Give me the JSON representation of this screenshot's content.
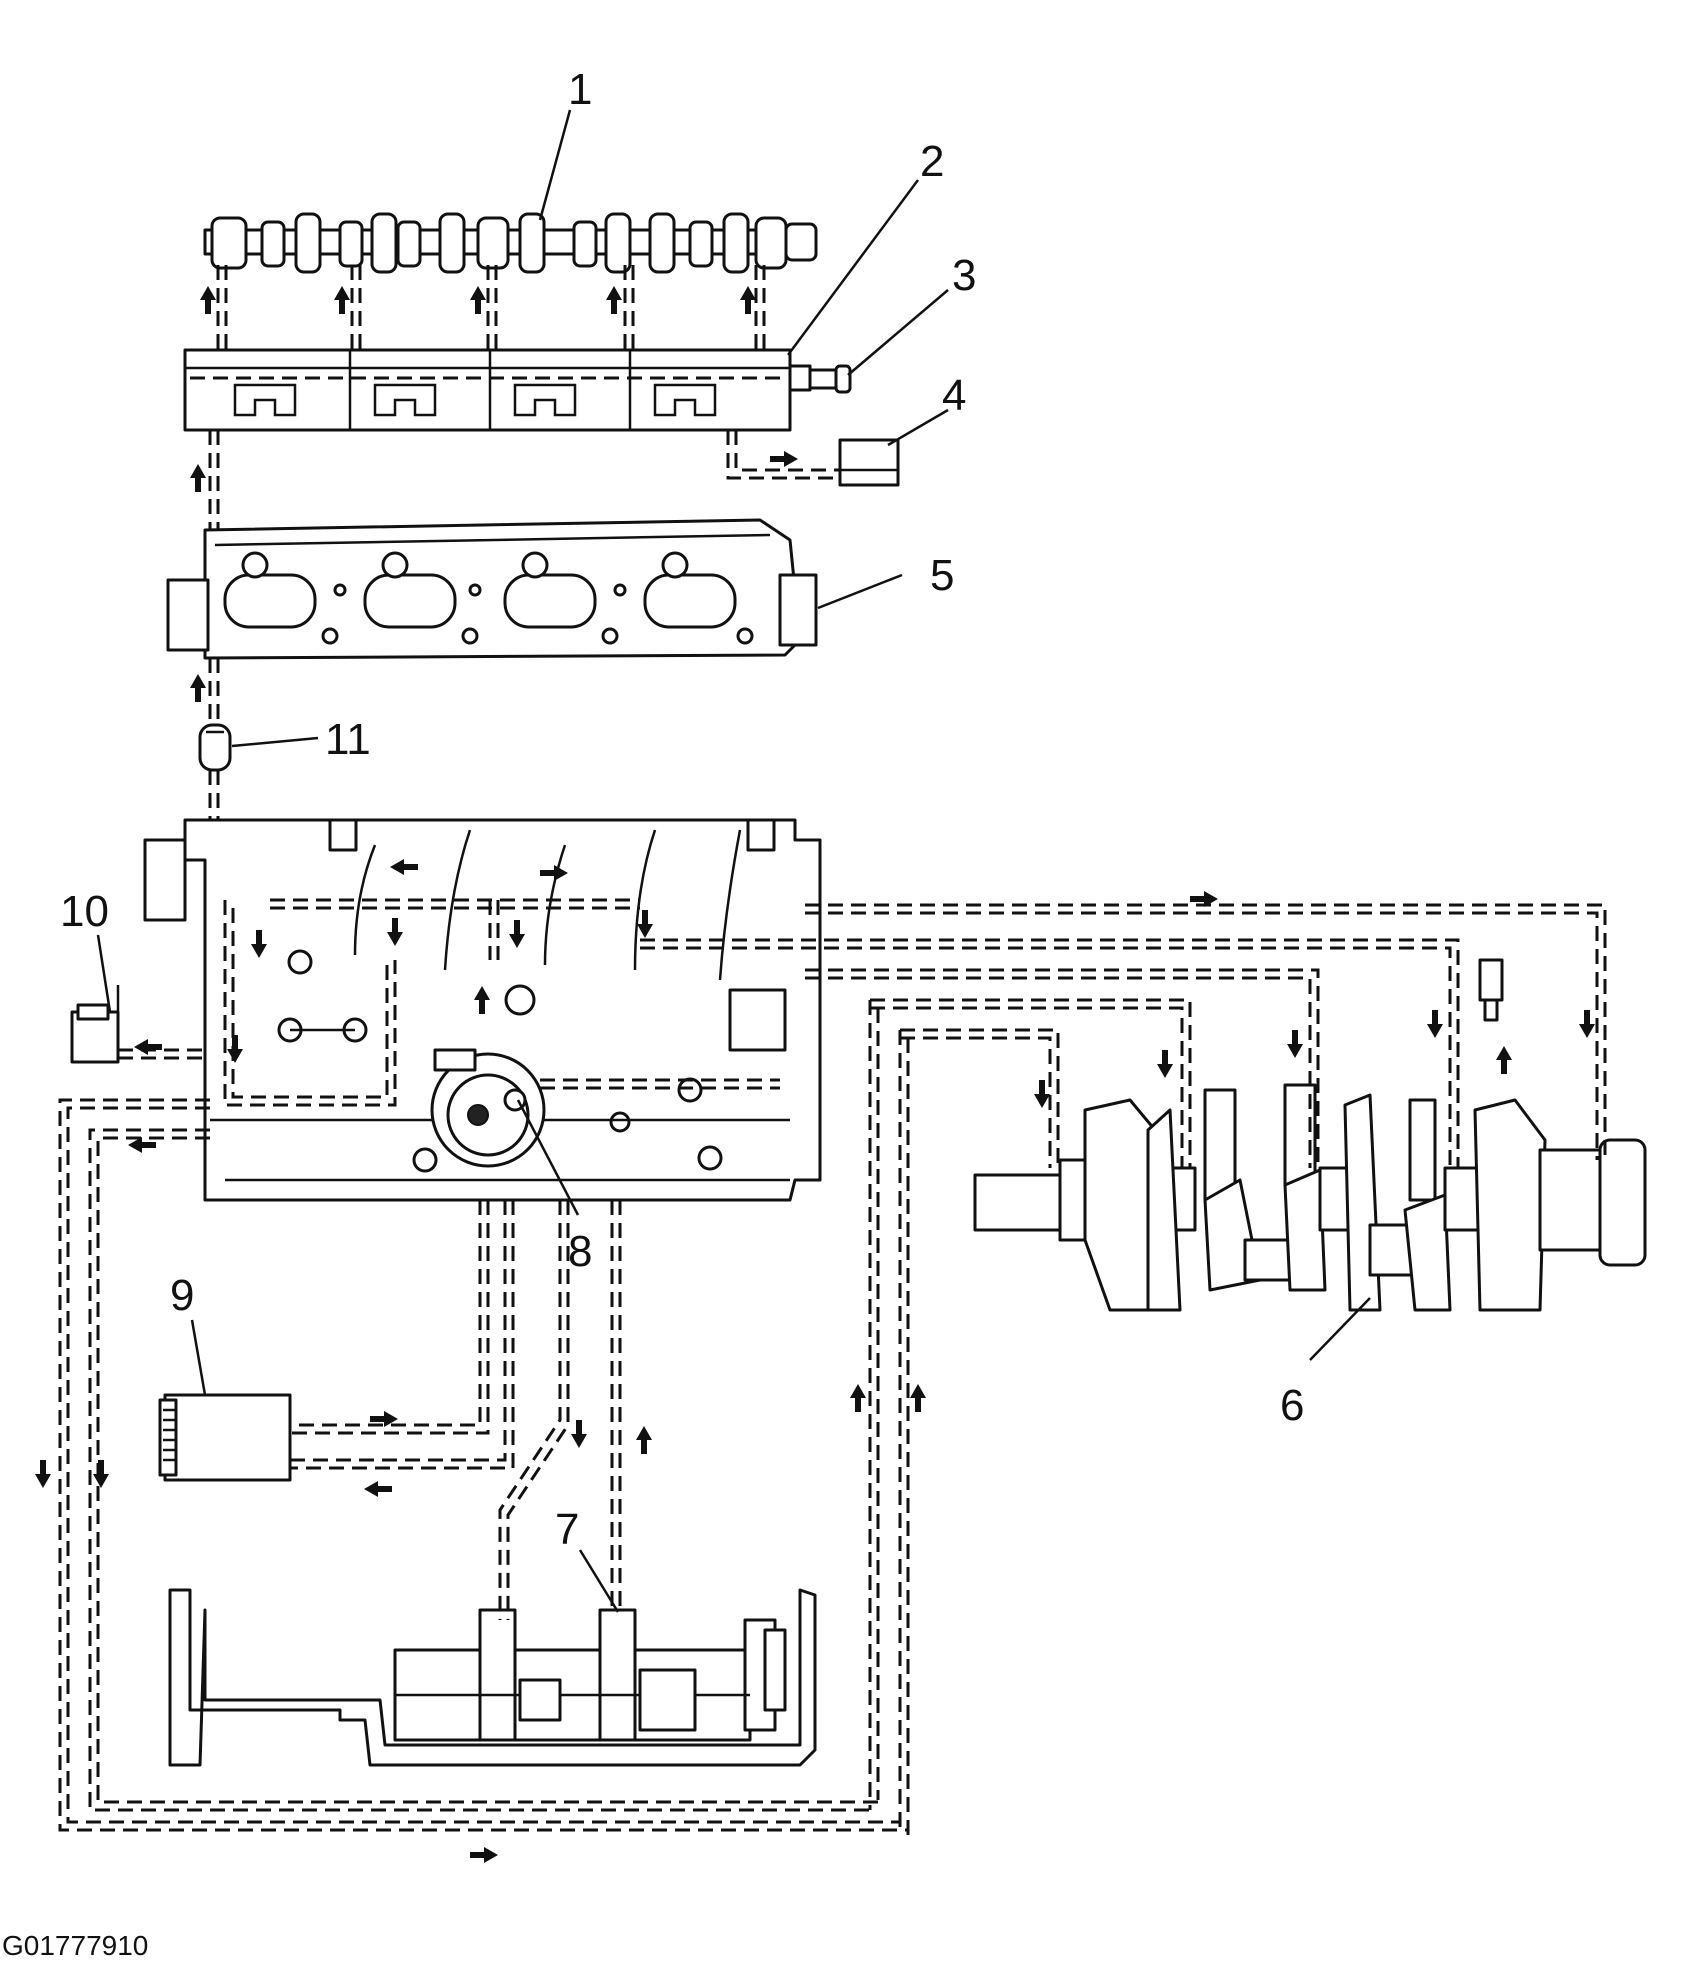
{
  "diagram": {
    "callouts": {
      "c1": "1",
      "c2": "2",
      "c3": "3",
      "c4": "4",
      "c5": "5",
      "c6": "6",
      "c7": "7",
      "c8": "8",
      "c9": "9",
      "c10": "10",
      "c11": "11"
    },
    "figure_code": "G01777910"
  },
  "colors": {
    "ink": "#111111",
    "paper": "#ffffff"
  }
}
